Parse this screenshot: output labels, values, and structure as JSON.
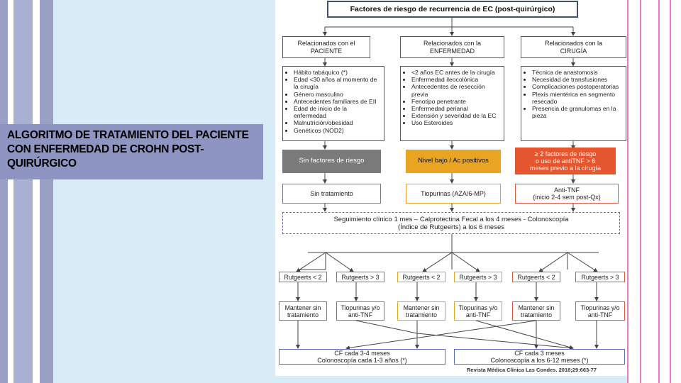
{
  "slide_title": "ALGORITMO DE TRATAMIENTO DEL PACIENTE CON ENFERMEDAD DE CROHN POST-QUIRÚRGICO",
  "colors": {
    "background": "#d8ecf8",
    "title_band": "#8e95c2",
    "grey": "#7a7a7a",
    "yellow": "#e9a522",
    "red": "#e4572e",
    "blue_border": "#5a6fae"
  },
  "diagram": {
    "title": "Factores de riesgo de recurrencia de EC (post-quirúrgico)",
    "categories": [
      {
        "label": "Relacionados con el\nPACIENTE",
        "items": [
          "Hábito tabáquico (*)",
          "Edad <30 años al momento de la cirugía",
          "Género masculino",
          "Antecedentes familiares de EII",
          "Edad de inicio de la enfermedad",
          "Malnutrición/obesidad",
          "Genéticos (NOD2)"
        ]
      },
      {
        "label": "Relacionados con la\nENFERMEDAD",
        "items": [
          "<2 años EC antes de la cirugía",
          "Enfermedad ileocolónica",
          "Antecedentes de resección previa",
          "Fenotipo penetrante",
          "Enfermedad perianal",
          "Extensión y severidad de la EC",
          "Uso Esteroides"
        ]
      },
      {
        "label": "Relacionados con la\nCIRUGÍA",
        "items": [
          "Técnica de anastomosis",
          "Necesidad de transfusiones",
          "Complicaciones postoperatorias",
          "Plexis mientérica en segmento resecado",
          "Presencia de granulomas en la pieza"
        ]
      }
    ],
    "risk_levels": [
      "Sin factores de riesgo",
      "Nivel bajo / Ac positivos",
      "≥ 2 factores de riesgo\no uso de antiTNF > 6\nmeses previo a la cirugía"
    ],
    "treatments": [
      "Sin tratamiento",
      "Tiopurinas (AZA/6-MP)",
      "Anti-TNF\n(inicio 2-4 sem post-Qx)"
    ],
    "followup": "Seguimiento clínico 1 mes – Calprotectina Fecal a los 4 meses - Colonoscopía\n(Índice de Rutgeerts) a los 6 meses",
    "rutgeerts_low": "Rutgeerts < 2",
    "rutgeerts_high": "Rutgeerts > 3",
    "maintain": "Mantener sin\ntratamiento",
    "escalate": "Tiopurinas y/o\nanti-TNF",
    "final_left": "CF cada 3-4 meses\nColonoscopía cada 1-3 años (*)",
    "final_right": "CF cada 3 meses\nColonoscopía a los 6-12 meses (*)",
    "citation": "Revista Médica Clínica Las Condes. 2018;29:663-77"
  }
}
